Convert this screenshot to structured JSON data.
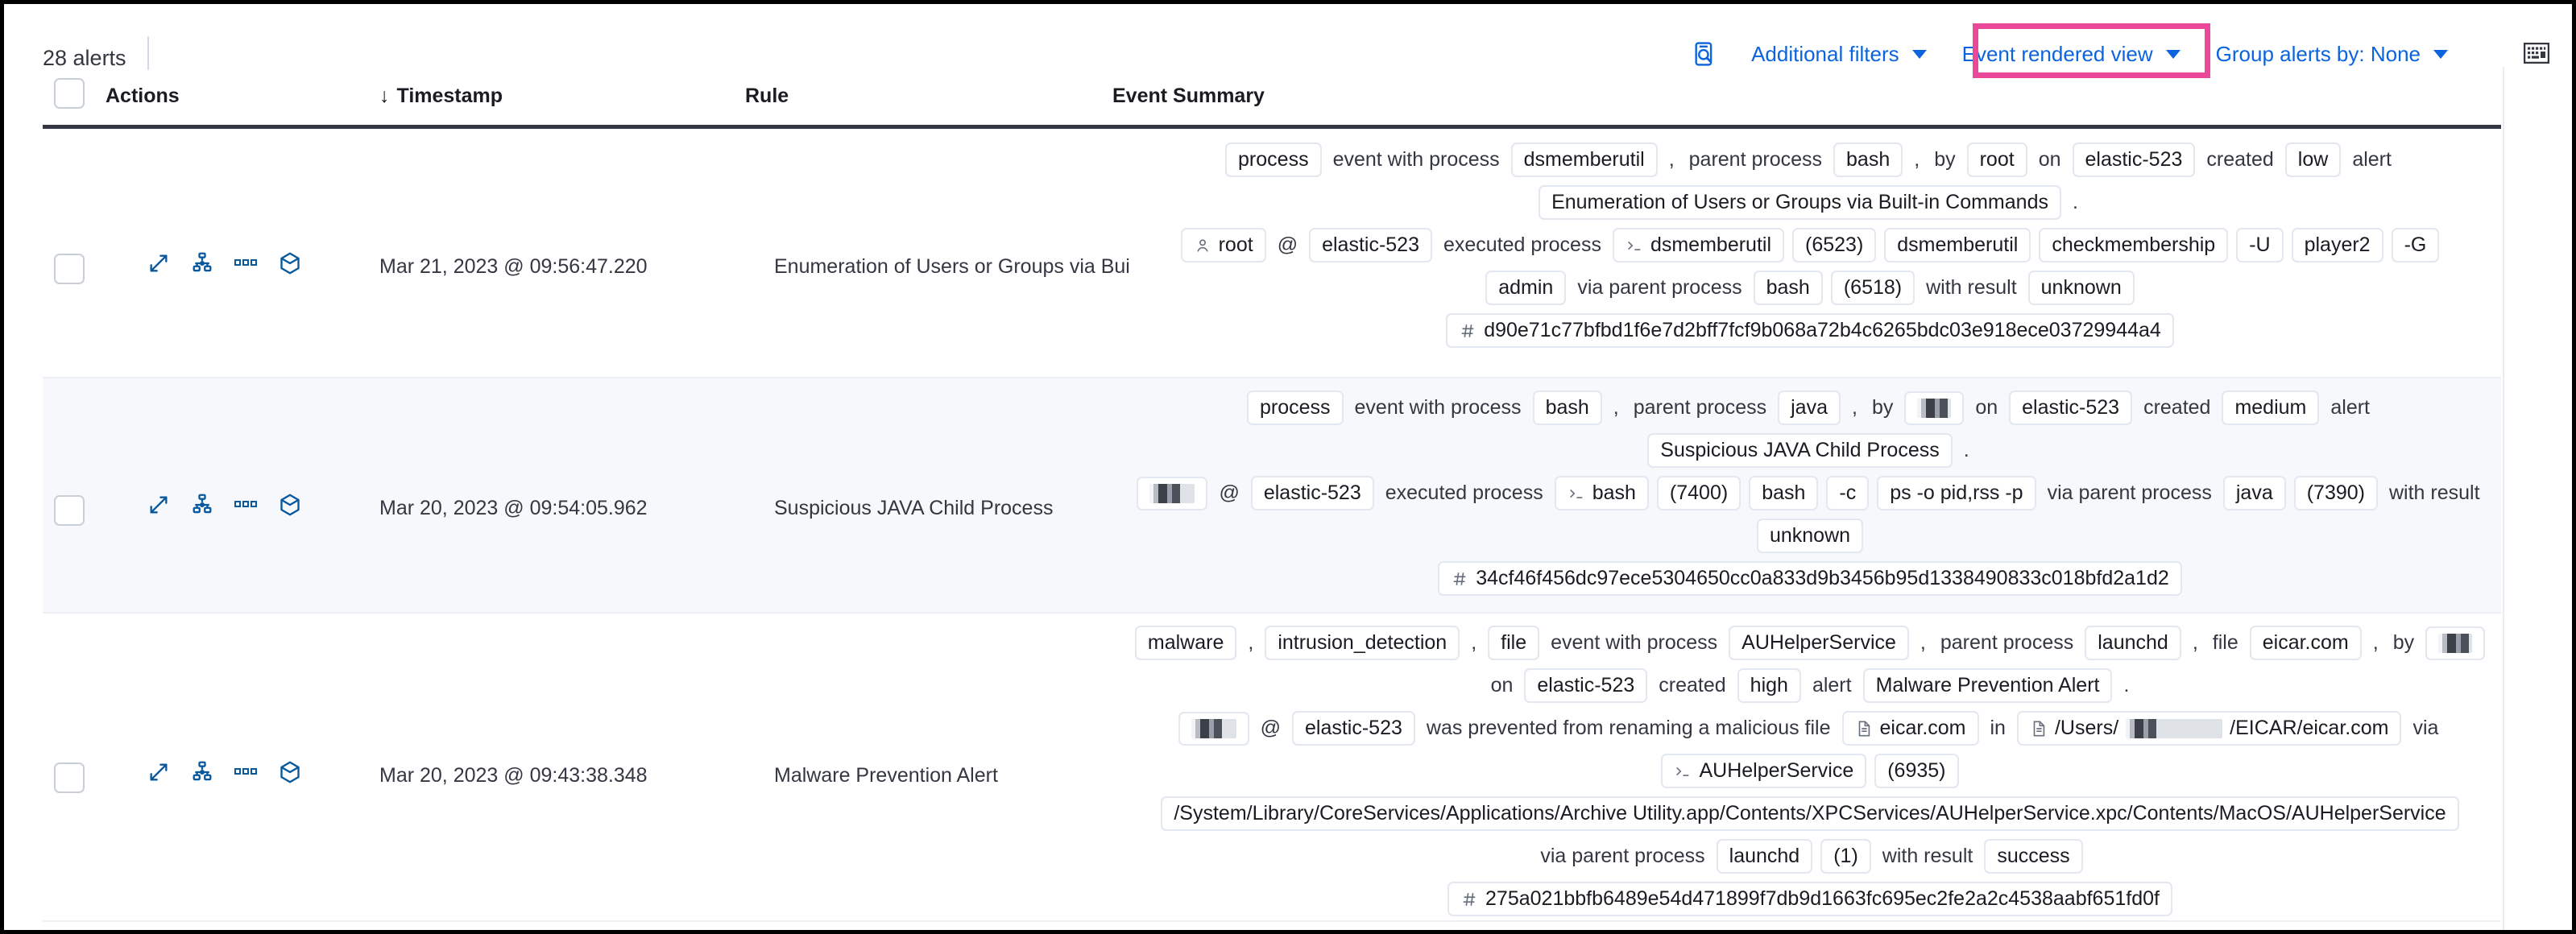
{
  "toolbar": {
    "alert_count": "28 alerts",
    "search_icon": "inspect-search-icon",
    "additional_filters": "Additional filters",
    "event_rendered_view": "Event rendered view",
    "group_alerts_by": "Group alerts by: None",
    "keyboard_icon": "keyboard-icon",
    "highlight_color": "#ec4899",
    "link_color": "#0b64dd"
  },
  "table": {
    "columns": {
      "actions": "Actions",
      "timestamp": "Timestamp",
      "timestamp_sort": "↓",
      "rule": "Rule",
      "event_summary": "Event Summary"
    },
    "rows": [
      {
        "timestamp": "Mar 21, 2023 @ 09:56:47.220",
        "rule": "Enumeration of Users or Groups via Bui",
        "actions": [
          "expand-icon",
          "analyzer-icon",
          "more-actions-icon",
          "session-view-icon"
        ],
        "summary_lines": [
          [
            {
              "t": "tok",
              "v": "process"
            },
            {
              "t": "txt",
              "v": "event with process"
            },
            {
              "t": "tok",
              "v": "dsmemberutil"
            },
            {
              "t": "txt",
              "v": ","
            },
            {
              "t": "txt",
              "v": "parent process"
            },
            {
              "t": "tok",
              "v": "bash"
            },
            {
              "t": "txt",
              "v": ","
            },
            {
              "t": "txt",
              "v": "by"
            },
            {
              "t": "tok",
              "v": "root"
            },
            {
              "t": "txt",
              "v": "on"
            },
            {
              "t": "tok",
              "v": "elastic-523"
            },
            {
              "t": "txt",
              "v": "created"
            },
            {
              "t": "tok",
              "v": "low"
            },
            {
              "t": "txt",
              "v": "alert"
            }
          ],
          [
            {
              "t": "tok",
              "v": "Enumeration of Users or Groups via Built-in Commands"
            },
            {
              "t": "txt",
              "v": "."
            }
          ],
          [
            {
              "t": "tok",
              "v": "root",
              "icon": "user-icon"
            },
            {
              "t": "txt",
              "v": "@"
            },
            {
              "t": "tok",
              "v": "elastic-523"
            },
            {
              "t": "txt",
              "v": "executed process"
            },
            {
              "t": "tok",
              "v": "dsmemberutil",
              "icon": "console-icon"
            },
            {
              "t": "tok",
              "v": "(6523)"
            },
            {
              "t": "tok",
              "v": "dsmemberutil"
            },
            {
              "t": "tok",
              "v": "checkmembership"
            },
            {
              "t": "tok",
              "v": "-U"
            },
            {
              "t": "tok",
              "v": "player2"
            },
            {
              "t": "tok",
              "v": "-G"
            }
          ],
          [
            {
              "t": "tok",
              "v": "admin"
            },
            {
              "t": "txt",
              "v": "via parent process"
            },
            {
              "t": "tok",
              "v": "bash"
            },
            {
              "t": "tok",
              "v": "(6518)"
            },
            {
              "t": "txt",
              "v": "with result"
            },
            {
              "t": "tok",
              "v": "unknown"
            }
          ],
          [
            {
              "t": "tok",
              "v": "d90e71c77bfbd1f6e7d2bff7fcf9b068a72b4c6265bdc03e918ece03729944a4",
              "icon": "hash-icon"
            }
          ]
        ]
      },
      {
        "timestamp": "Mar 20, 2023 @ 09:54:05.962",
        "rule": "Suspicious JAVA Child Process",
        "actions": [
          "expand-icon",
          "analyzer-icon",
          "more-actions-icon",
          "session-view-icon"
        ],
        "summary_lines": [
          [
            {
              "t": "tok",
              "v": "process"
            },
            {
              "t": "txt",
              "v": "event with process"
            },
            {
              "t": "tok",
              "v": "bash"
            },
            {
              "t": "txt",
              "v": ","
            },
            {
              "t": "txt",
              "v": "parent process"
            },
            {
              "t": "tok",
              "v": "java"
            },
            {
              "t": "txt",
              "v": ","
            },
            {
              "t": "txt",
              "v": "by"
            },
            {
              "t": "tok",
              "v": "",
              "redact": "w1"
            },
            {
              "t": "txt",
              "v": "on"
            },
            {
              "t": "tok",
              "v": "elastic-523"
            },
            {
              "t": "txt",
              "v": "created"
            },
            {
              "t": "tok",
              "v": "medium"
            },
            {
              "t": "txt",
              "v": "alert"
            }
          ],
          [
            {
              "t": "tok",
              "v": "Suspicious JAVA Child Process"
            },
            {
              "t": "txt",
              "v": "."
            }
          ],
          [
            {
              "t": "tok",
              "v": "",
              "redact": "w2"
            },
            {
              "t": "txt",
              "v": "@"
            },
            {
              "t": "tok",
              "v": "elastic-523"
            },
            {
              "t": "txt",
              "v": "executed process"
            },
            {
              "t": "tok",
              "v": "bash",
              "icon": "console-icon"
            },
            {
              "t": "tok",
              "v": "(7400)"
            },
            {
              "t": "tok",
              "v": "bash"
            },
            {
              "t": "tok",
              "v": "-c"
            },
            {
              "t": "tok",
              "v": "ps -o pid,rss -p"
            },
            {
              "t": "txt",
              "v": "via parent process"
            },
            {
              "t": "tok",
              "v": "java"
            },
            {
              "t": "tok",
              "v": "(7390)"
            },
            {
              "t": "txt",
              "v": "with result"
            }
          ],
          [
            {
              "t": "tok",
              "v": "unknown"
            }
          ],
          [
            {
              "t": "tok",
              "v": "34cf46f456dc97ece5304650cc0a833d9b3456b95d1338490833c018bfd2a1d2",
              "icon": "hash-icon"
            }
          ]
        ]
      },
      {
        "timestamp": "Mar 20, 2023 @ 09:43:38.348",
        "rule": "Malware Prevention Alert",
        "actions": [
          "expand-icon",
          "analyzer-icon",
          "more-actions-icon",
          "session-view-icon"
        ],
        "summary_lines": [
          [
            {
              "t": "tok",
              "v": "malware"
            },
            {
              "t": "txt",
              "v": ","
            },
            {
              "t": "tok",
              "v": "intrusion_detection"
            },
            {
              "t": "txt",
              "v": ","
            },
            {
              "t": "tok",
              "v": "file"
            },
            {
              "t": "txt",
              "v": "event with process"
            },
            {
              "t": "tok",
              "v": "AUHelperService"
            },
            {
              "t": "txt",
              "v": ","
            },
            {
              "t": "txt",
              "v": "parent process"
            },
            {
              "t": "tok",
              "v": "launchd"
            },
            {
              "t": "txt",
              "v": ","
            },
            {
              "t": "txt",
              "v": "file"
            },
            {
              "t": "tok",
              "v": "eicar.com"
            },
            {
              "t": "txt",
              "v": ","
            },
            {
              "t": "txt",
              "v": "by"
            },
            {
              "t": "tok",
              "v": "",
              "redact": "w1"
            }
          ],
          [
            {
              "t": "txt",
              "v": "on"
            },
            {
              "t": "tok",
              "v": "elastic-523"
            },
            {
              "t": "txt",
              "v": "created"
            },
            {
              "t": "tok",
              "v": "high"
            },
            {
              "t": "txt",
              "v": "alert"
            },
            {
              "t": "tok",
              "v": "Malware Prevention Alert"
            },
            {
              "t": "txt",
              "v": "."
            }
          ],
          [
            {
              "t": "tok",
              "v": "",
              "redact": "w2"
            },
            {
              "t": "txt",
              "v": "@"
            },
            {
              "t": "tok",
              "v": "elastic-523"
            },
            {
              "t": "txt",
              "v": "was prevented from renaming a malicious file"
            },
            {
              "t": "tok",
              "v": "eicar.com",
              "icon": "file-icon"
            },
            {
              "t": "txt",
              "v": "in"
            },
            {
              "t": "tok",
              "v": "/Users/",
              "v2": "/EICAR/eicar.com",
              "icon": "file-icon",
              "redact": "w3"
            },
            {
              "t": "txt",
              "v": "via"
            }
          ],
          [
            {
              "t": "tok",
              "v": "AUHelperService",
              "icon": "console-icon"
            },
            {
              "t": "tok",
              "v": "(6935)"
            }
          ],
          [
            {
              "t": "tok",
              "v": "/System/Library/CoreServices/Applications/Archive Utility.app/Contents/XPCServices/AUHelperService.xpc/Contents/MacOS/AUHelperService"
            }
          ],
          [
            {
              "t": "txt",
              "v": "via parent process"
            },
            {
              "t": "tok",
              "v": "launchd"
            },
            {
              "t": "tok",
              "v": "(1)"
            },
            {
              "t": "txt",
              "v": "with result"
            },
            {
              "t": "tok",
              "v": "success"
            }
          ],
          [
            {
              "t": "tok",
              "v": "275a021bbfb6489e54d471899f7db9d1663fc695ec2fe2a2c4538aabf651fd0f",
              "icon": "hash-icon"
            }
          ]
        ]
      }
    ]
  }
}
